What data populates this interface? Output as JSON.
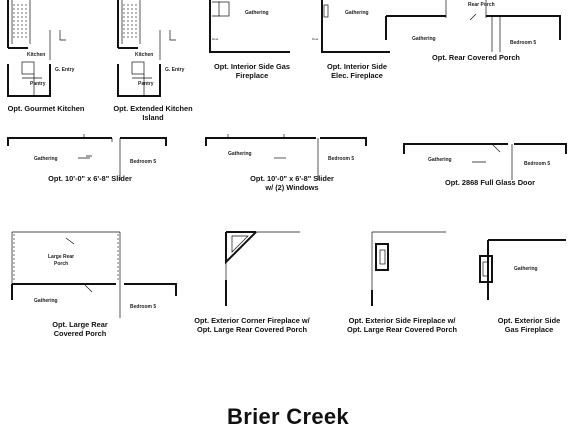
{
  "title": "Brier Creek",
  "rooms": {
    "kitchen": "Kitchen",
    "pantry": "Pantry",
    "entry": "G. Entry",
    "gathering": "Gathering",
    "bedroom5": "Bedroom 5",
    "rear_porch": "Rear Porch",
    "large_rear_porch": "Large Rear Porch"
  },
  "options": [
    {
      "id": "gourmet-kitchen",
      "lines": [
        "Opt. Gourmet Kitchen"
      ]
    },
    {
      "id": "extended-kitchen-island",
      "lines": [
        "Opt. Extended Kitchen",
        "Island"
      ]
    },
    {
      "id": "interior-side-gas-fireplace",
      "lines": [
        "Opt. Interior Side Gas",
        "Fireplace"
      ]
    },
    {
      "id": "interior-side-elec-fireplace",
      "lines": [
        "Opt. Interior Side",
        "Elec. Fireplace"
      ]
    },
    {
      "id": "rear-covered-porch",
      "lines": [
        "Opt. Rear Covered Porch"
      ]
    },
    {
      "id": "slider-10x6",
      "lines": [
        "Opt. 10'-0\" x 6'-8\" Slider"
      ]
    },
    {
      "id": "slider-10x6-windows",
      "lines": [
        "Opt. 10'-0\" x 6'-8\" Slider",
        "w/ (2) Windows"
      ]
    },
    {
      "id": "full-glass-door-2868",
      "lines": [
        "Opt. 2868 Full Glass Door"
      ]
    },
    {
      "id": "large-rear-covered-porch",
      "lines": [
        "Opt. Large Rear",
        "Covered Porch"
      ]
    },
    {
      "id": "exterior-corner-fireplace",
      "lines": [
        "Opt. Exterior Corner Fireplace w/",
        "Opt. Large Rear Covered Porch"
      ]
    },
    {
      "id": "exterior-side-fireplace",
      "lines": [
        "Opt. Exterior Side Fireplace w/",
        "Opt. Large Rear Covered Porch"
      ]
    },
    {
      "id": "exterior-side-gas-fireplace",
      "lines": [
        "Opt. Exterior Side",
        "Gas Fireplace"
      ]
    }
  ]
}
